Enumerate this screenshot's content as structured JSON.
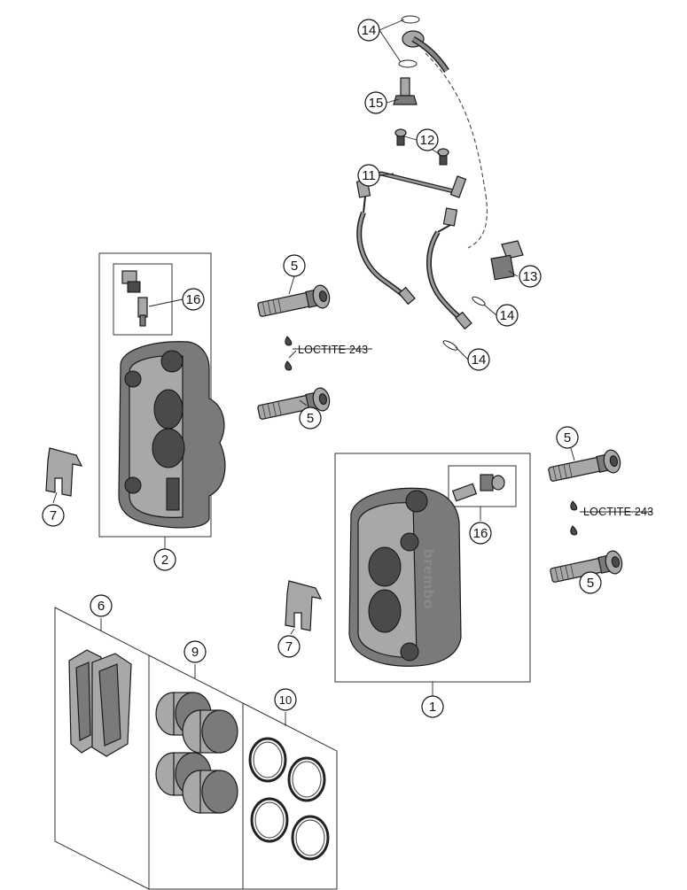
{
  "diagram": {
    "callouts": {
      "c14_top": "14",
      "c15": "15",
      "c12": "12",
      "c11": "11",
      "c13": "13",
      "c14_mid": "14",
      "c14_low": "14",
      "c5_a": "5",
      "c5_b": "5",
      "c5_c": "5",
      "c5_d": "5",
      "c16_left": "16",
      "c16_right": "16",
      "c2": "2",
      "c1": "1",
      "c7_left": "7",
      "c7_mid": "7",
      "c6": "6",
      "c9": "9",
      "c10": "10"
    },
    "notes": {
      "loctite_upper": "LOCTITE 243",
      "loctite_lower": "LOCTITE 243"
    },
    "brand_mark": "brembo",
    "icons": [
      "brake-caliper-icon",
      "brake-pad-icon",
      "piston-icon",
      "seal-ring-icon",
      "bolt-icon",
      "bleed-valve-icon",
      "brake-line-icon"
    ]
  }
}
